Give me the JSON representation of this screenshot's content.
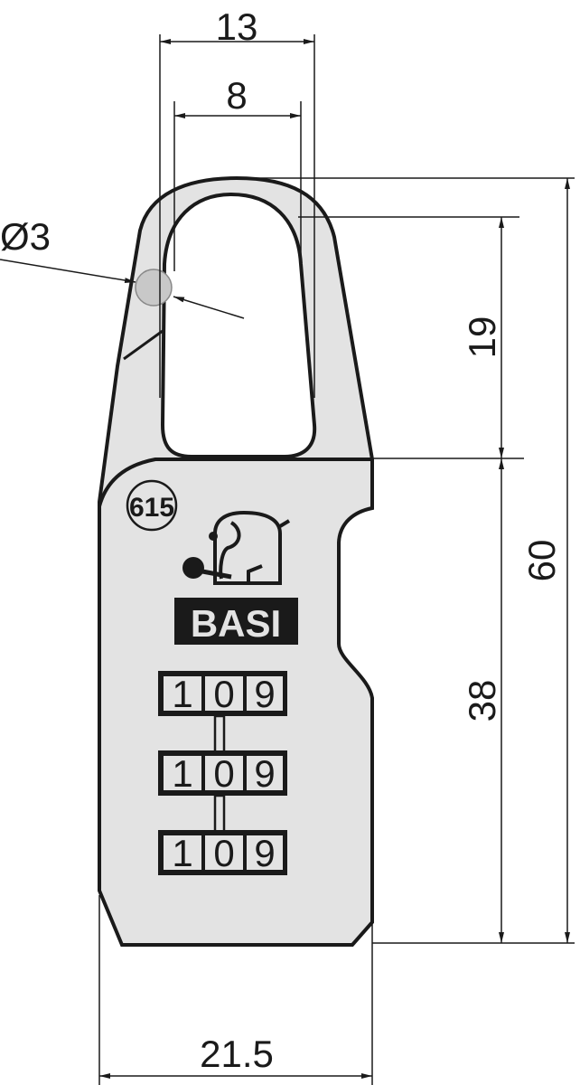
{
  "dimensions": {
    "shackle_outer_width": "13",
    "shackle_inner_width": "8",
    "shackle_diameter": "Ø3",
    "shackle_clearance": "19",
    "body_height": "38",
    "total_height": "60",
    "body_width": "21.5"
  },
  "lock": {
    "model_badge": "615",
    "brand": "BASI",
    "dials": [
      [
        "1",
        "0",
        "9"
      ],
      [
        "1",
        "0",
        "9"
      ],
      [
        "1",
        "0",
        "9"
      ]
    ]
  },
  "colors": {
    "body_fill": "#e3e3e3",
    "line": "#1a1a1a"
  }
}
